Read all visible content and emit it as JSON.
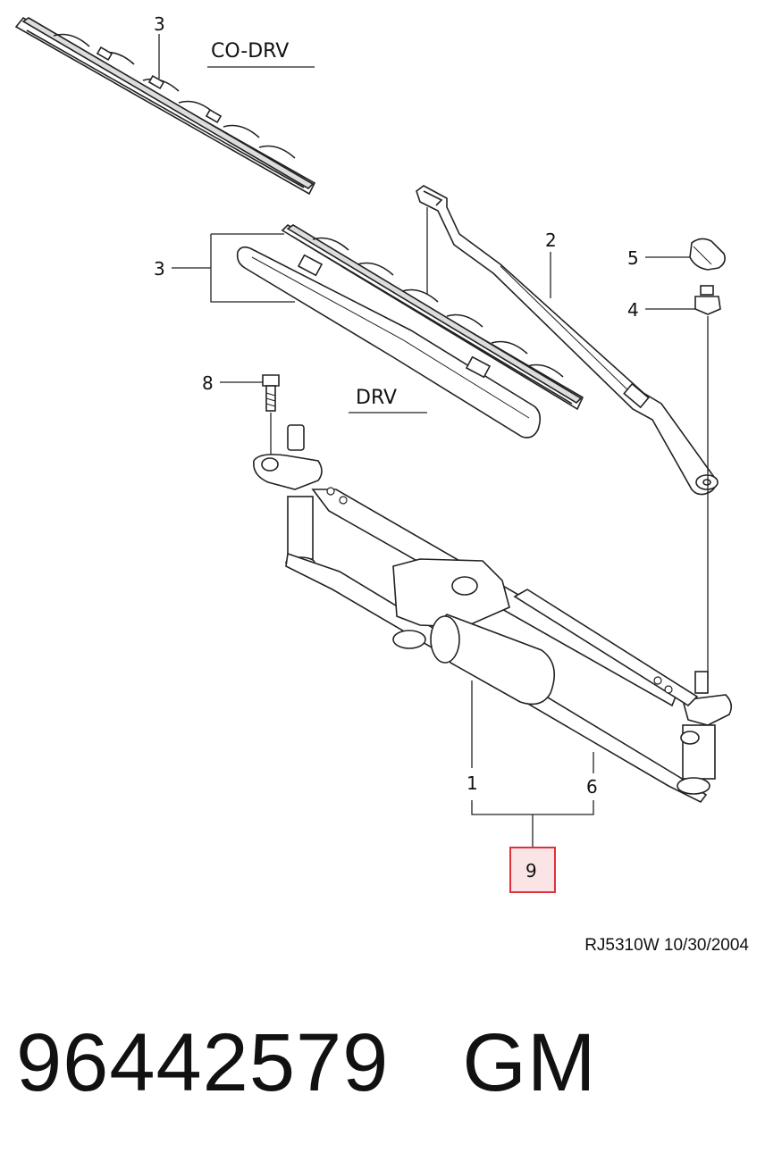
{
  "labels": {
    "co_drv": "CO-DRV",
    "drv": "DRV",
    "callout_1": "1",
    "callout_2": "2",
    "callout_3_top": "3",
    "callout_3_mid": "3",
    "callout_4": "4",
    "callout_5": "5",
    "callout_6": "6",
    "callout_8": "8",
    "callout_9": "9"
  },
  "highlight_color": "#e0303a",
  "highlight_fill": "#fbe4e6",
  "reference": "RJ5310W  10/30/2004",
  "part_number": "96442579",
  "brand": "GM"
}
